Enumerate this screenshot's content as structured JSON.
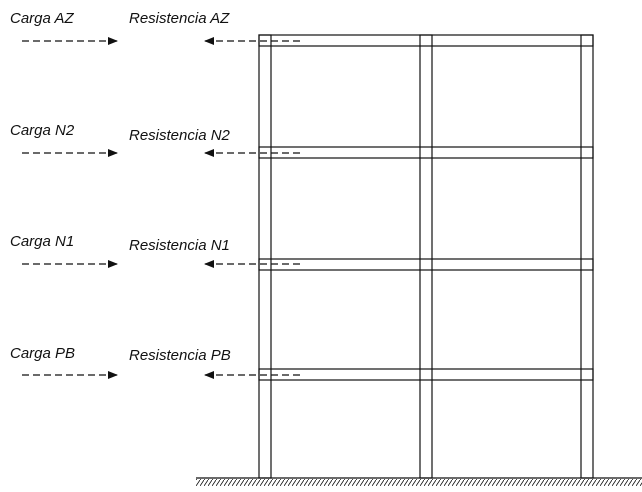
{
  "levels": [
    {
      "id": "az",
      "carga_label": "Carga AZ",
      "resistencia_label": "Resistencia AZ"
    },
    {
      "id": "n2",
      "carga_label": "Carga N2",
      "resistencia_label": "Resistencia N2"
    },
    {
      "id": "n1",
      "carga_label": "Carga N1",
      "resistencia_label": "Resistencia N1"
    },
    {
      "id": "pb",
      "carga_label": "Carga PB",
      "resistencia_label": "Resistencia PB"
    }
  ],
  "colors": {
    "line": "#111111",
    "background": "#ffffff"
  }
}
